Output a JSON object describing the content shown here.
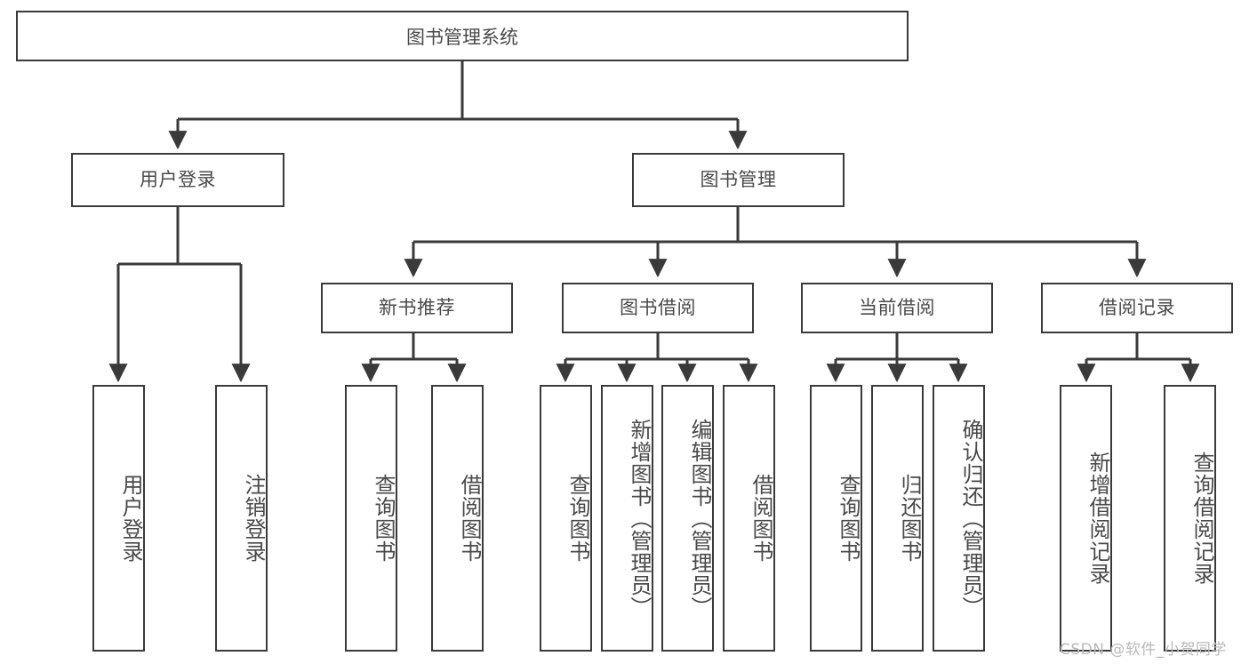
{
  "diagram": {
    "title": "图书管理系统",
    "type": "tree-hierarchy-flowchart",
    "root": {
      "label": "图书管理系统"
    },
    "level2": [
      {
        "label": "用户登录"
      },
      {
        "label": "图书管理"
      }
    ],
    "level3": [
      {
        "label": "新书推荐"
      },
      {
        "label": "图书借阅"
      },
      {
        "label": "当前借阅"
      },
      {
        "label": "借阅记录"
      }
    ],
    "leaves": [
      {
        "label": "用户登录",
        "parent": "用户登录"
      },
      {
        "label": "注销登录",
        "parent": "用户登录"
      },
      {
        "label": "查询图书",
        "parent": "新书推荐"
      },
      {
        "label": "借阅图书",
        "parent": "新书推荐"
      },
      {
        "label": "查询图书",
        "parent": "图书借阅"
      },
      {
        "label": "新增图书（管理员）",
        "parent": "图书借阅"
      },
      {
        "label": "编辑图书（管理员）",
        "parent": "图书借阅"
      },
      {
        "label": "借阅图书",
        "parent": "图书借阅"
      },
      {
        "label": "查询图书",
        "parent": "当前借阅"
      },
      {
        "label": "归还图书",
        "parent": "当前借阅"
      },
      {
        "label": "确认归还（管理员）",
        "parent": "当前借阅"
      },
      {
        "label": "新增借阅记录",
        "parent": "借阅记录"
      },
      {
        "label": "查询借阅记录",
        "parent": "借阅记录"
      }
    ]
  },
  "watermark": {
    "text": "CSDN @软件_小贺同学"
  },
  "colors": {
    "stroke": "#3a3a3a",
    "text": "#4a4a4a",
    "background": "#ffffff",
    "watermark": "#b9b9b9"
  }
}
